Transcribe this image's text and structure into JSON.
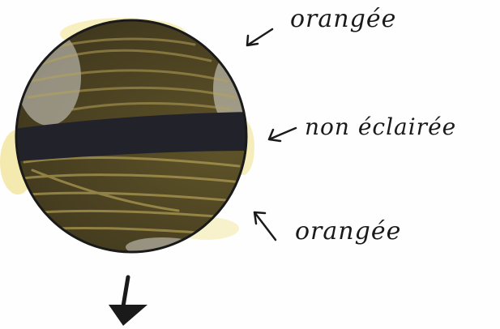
{
  "annotations": {
    "top": "orangée",
    "middle": "non éclairée",
    "bottom": "orangée"
  },
  "colors": {
    "ink": "#1a1a1a",
    "dark_band": "#22222a",
    "surface_dark": "#3b3420",
    "surface_olive": "#6b5e2c",
    "crayon_yellow": "#f3e7a0",
    "pale_highlight": "#e9e9e9"
  }
}
